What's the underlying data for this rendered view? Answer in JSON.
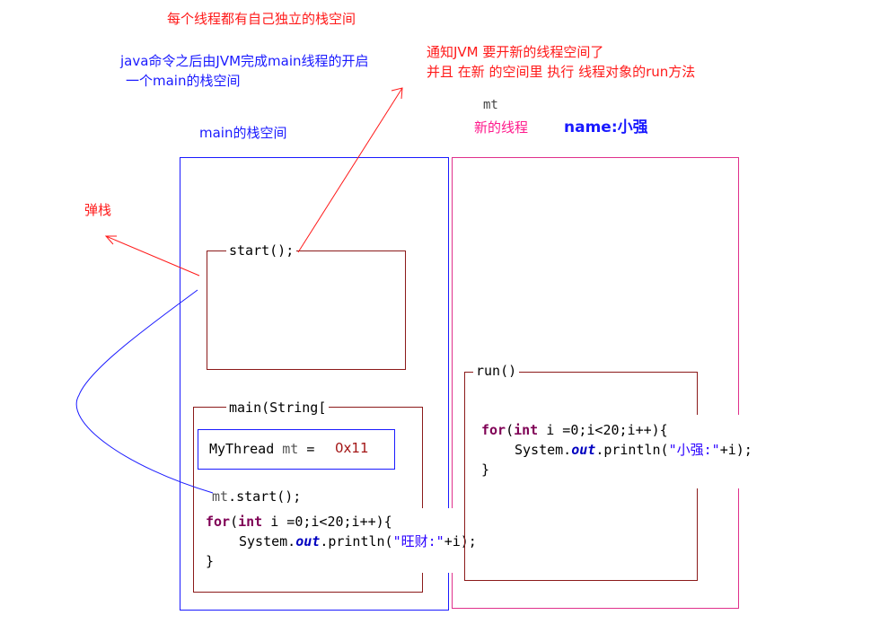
{
  "texts": {
    "title_top": "每个线程都有自己独立的栈空间",
    "jvm_note_line1": "java命令之后由JVM完成main线程的开启",
    "jvm_note_line2": "一个main的栈空间",
    "notify_line1": "通知JVM 要开新的线程空间了",
    "notify_line2": "并且 在新 的空间里 执行 线程对象的run方法",
    "mt_label": "mt",
    "new_thread_label": "新的线程",
    "thread_name_label": "name:小强",
    "main_stack_label": "main的栈空间",
    "pop_stack_label": "弹栈"
  },
  "main_stack": {
    "start_frame_label": "start();",
    "main_frame_label": "main(String[",
    "var_decl": {
      "type": "MyThread",
      "name": "mt",
      "assign": "=",
      "value": "0x11"
    },
    "call_line_var": "mt",
    "call_line_rest": ".start();",
    "loop": {
      "kw_for": "for",
      "open": "(",
      "kw_int": "int",
      "cond": " i =0;i<20;i++){",
      "body_prefix": "System.",
      "body_field": "out",
      "body_method": ".println(",
      "body_string": "\"旺财:\"",
      "body_suffix": "+i);",
      "close": "}"
    }
  },
  "new_stack": {
    "run_frame_label": "run()",
    "loop": {
      "kw_for": "for",
      "open": "(",
      "kw_int": "int",
      "cond": " i =0;i<20;i++){",
      "body_prefix": "System.",
      "body_field": "out",
      "body_method": ".println(",
      "body_string": "\"小强:\"",
      "body_suffix": "+i);",
      "close": "}"
    }
  },
  "colors": {
    "red": "#ff1a1a",
    "blue": "#1a1aff",
    "magenta": "#e0308c",
    "dark_red": "#8b1a1a",
    "hex_value": "#a31515"
  }
}
